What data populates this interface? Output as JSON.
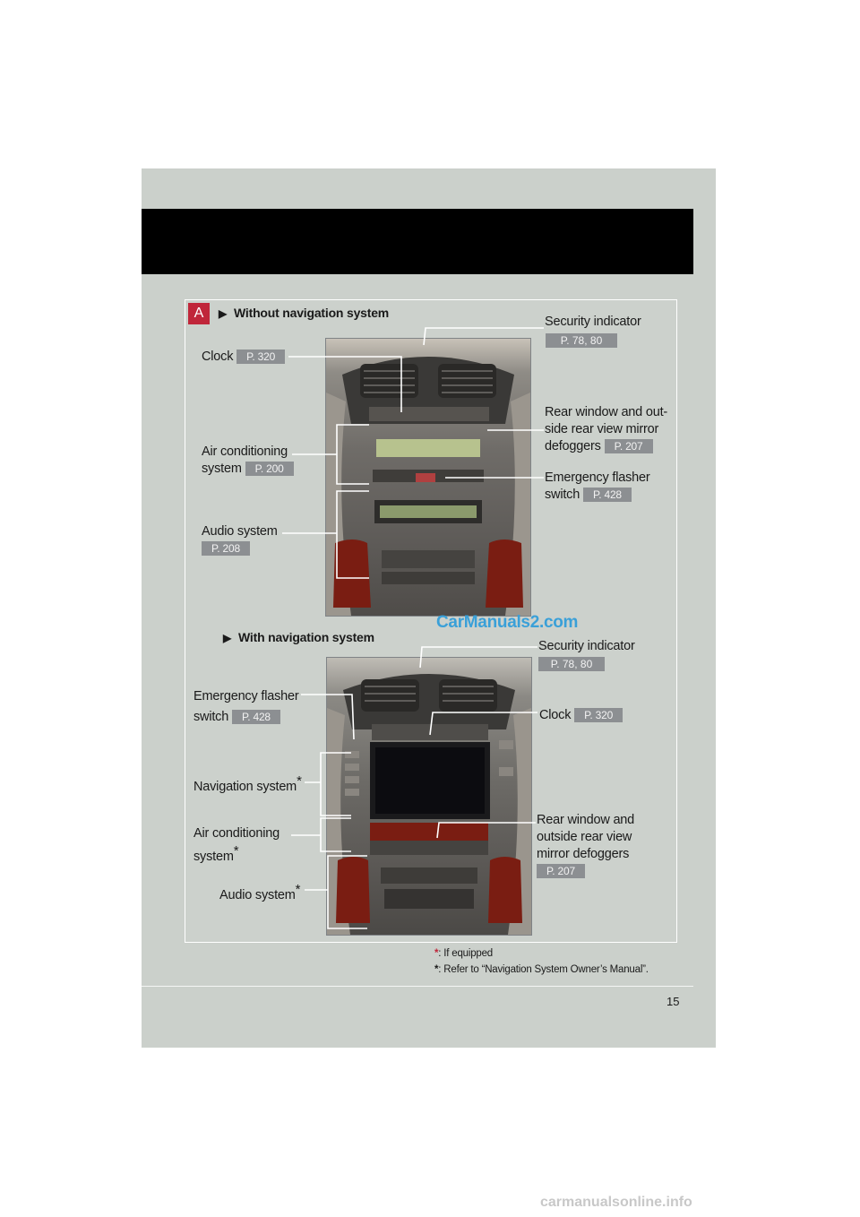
{
  "section_marker": "A",
  "top": {
    "heading": "Without navigation system",
    "labels": {
      "security": {
        "text": "Security indicator",
        "ref": "P. 78, 80"
      },
      "clock": {
        "text": "Clock",
        "ref": "P. 320"
      },
      "rear_line1": "Rear window and out-",
      "rear_line2": "side rear view mirror",
      "rear_line3": "defoggers",
      "rear_ref": "P. 207",
      "ac_line1": "Air conditioning",
      "ac_line2": "system",
      "ac_ref": "P. 200",
      "flasher_line1": "Emergency flasher",
      "flasher_line2": "switch",
      "flasher_ref": "P. 428",
      "audio": "Audio system",
      "audio_ref": "P. 208"
    }
  },
  "bottom": {
    "heading": "With navigation system",
    "labels": {
      "security": {
        "text": "Security indicator",
        "ref": "P. 78, 80"
      },
      "flasher_line1": "Emergency flasher",
      "flasher_line2": "switch",
      "flasher_ref": "P. 428",
      "clock": {
        "text": "Clock",
        "ref": "P. 320"
      },
      "nav": "Navigation system",
      "ac_line1": "Air conditioning",
      "ac_line2": "system",
      "rear_line1": "Rear window and",
      "rear_line2": "outside rear view",
      "rear_line3": "mirror defoggers",
      "rear_ref": "P. 207",
      "audio": "Audio system"
    }
  },
  "star": "*",
  "footnotes": {
    "line1": ": If equipped",
    "line2": ": Refer to “Navigation System Owner’s Manual”."
  },
  "page_number": "15",
  "watermark": "CarManuals2.com",
  "footer_site": "carmanualsonline.info",
  "colors": {
    "accent": "#c0263a",
    "ref_badge": "#8c8f92",
    "page_bg": "#cbd0cb",
    "header_band": "#000000"
  }
}
